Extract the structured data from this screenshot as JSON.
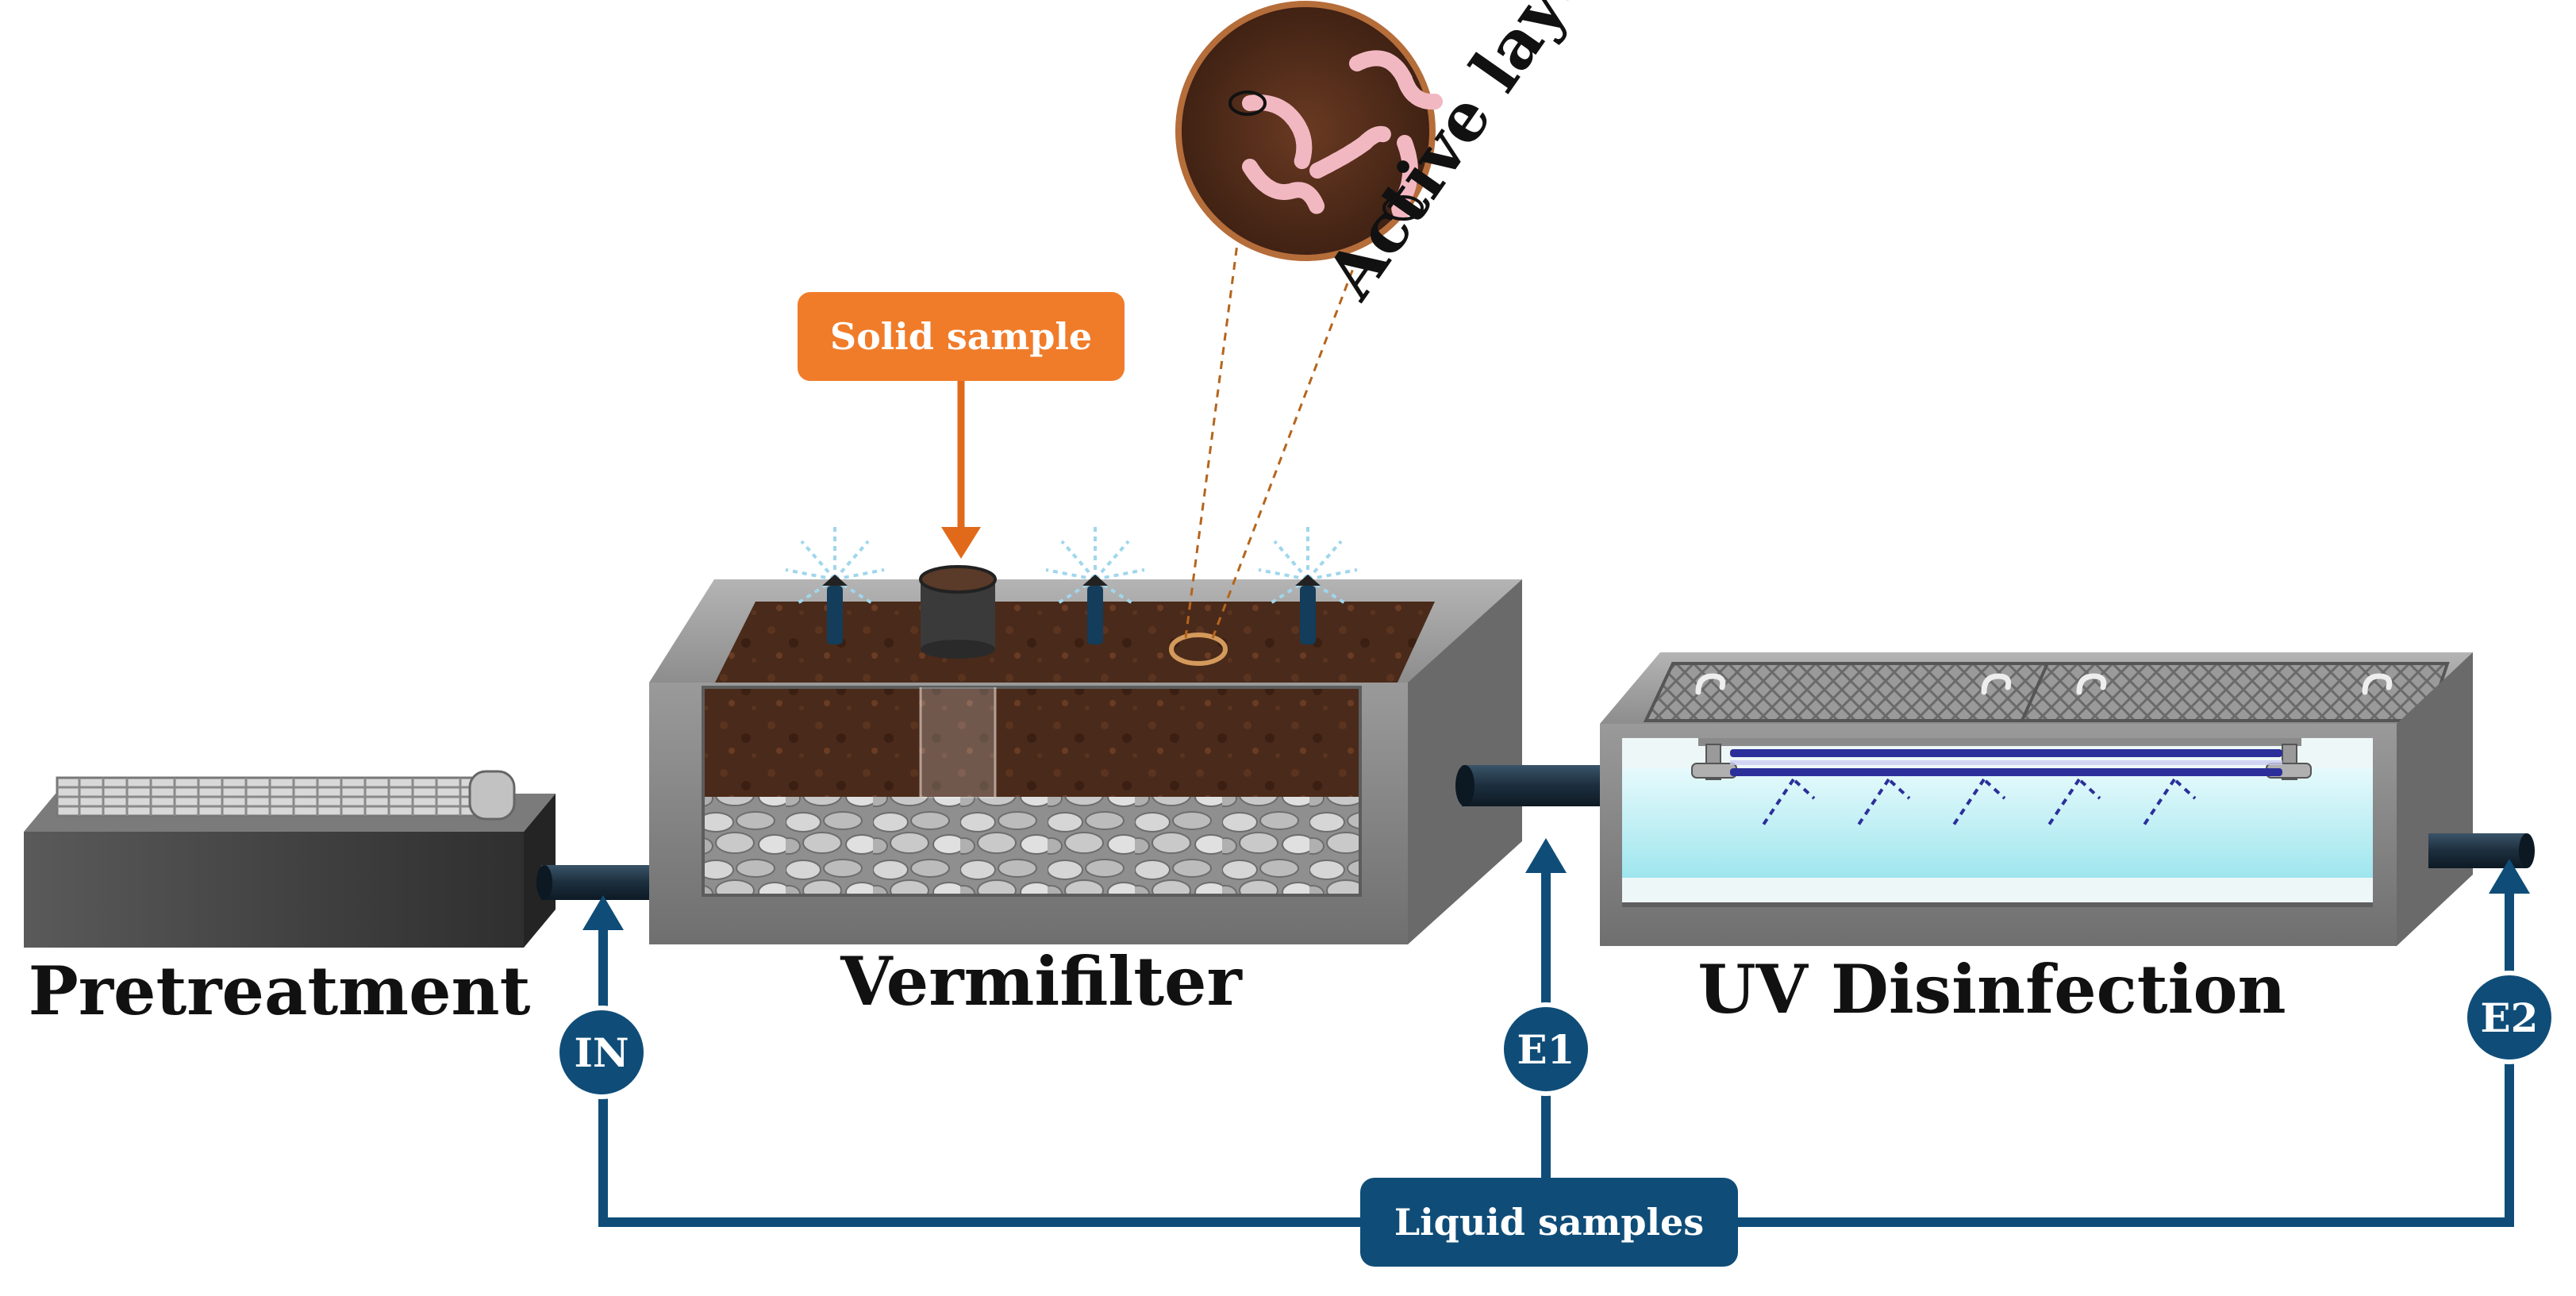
{
  "stages": {
    "pretreatment": "Pretreatment",
    "vermifilter": "Vermifilter",
    "uv_disinfection": "UV Disinfection"
  },
  "annotations": {
    "solid_sample": "Solid sample",
    "active_layer": "Active layer",
    "liquid_samples": "Liquid samples"
  },
  "sampling_points": [
    "IN",
    "E1",
    "E2"
  ],
  "colors": {
    "sample_line": "#0f4d78",
    "solid_tag": "#f07c2a",
    "soil": "#4a2a1a",
    "box": "#8c8c8c",
    "water": "#bfeef3",
    "uv_lamp": "#2b2f9a"
  }
}
